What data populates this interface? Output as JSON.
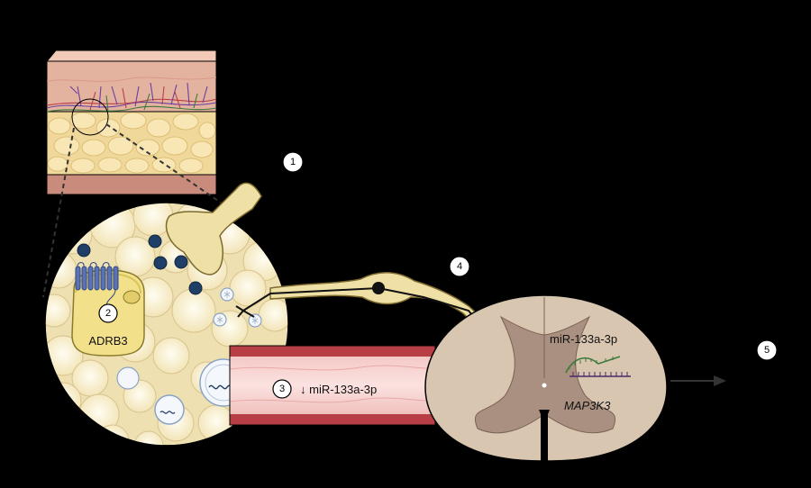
{
  "steps": {
    "s1": "1",
    "s2": "2",
    "s3": "3",
    "s4": "4",
    "s5": "5"
  },
  "labels": {
    "receptor": "ADRB3",
    "vessel": "↓ miR-133a-3p",
    "cord_mirna": "miR-133a-3p",
    "cord_gene": "MAP3K3"
  },
  "colors": {
    "background": "#000000",
    "fat": "#f6ecc6",
    "skin": "#e4b3a0",
    "vessel": "#b83e45",
    "spinal_cord": "#d9c6b1",
    "neuron": "#efe0a6",
    "receptor": "#5b73b4",
    "vesicle": "#1f3f66"
  }
}
